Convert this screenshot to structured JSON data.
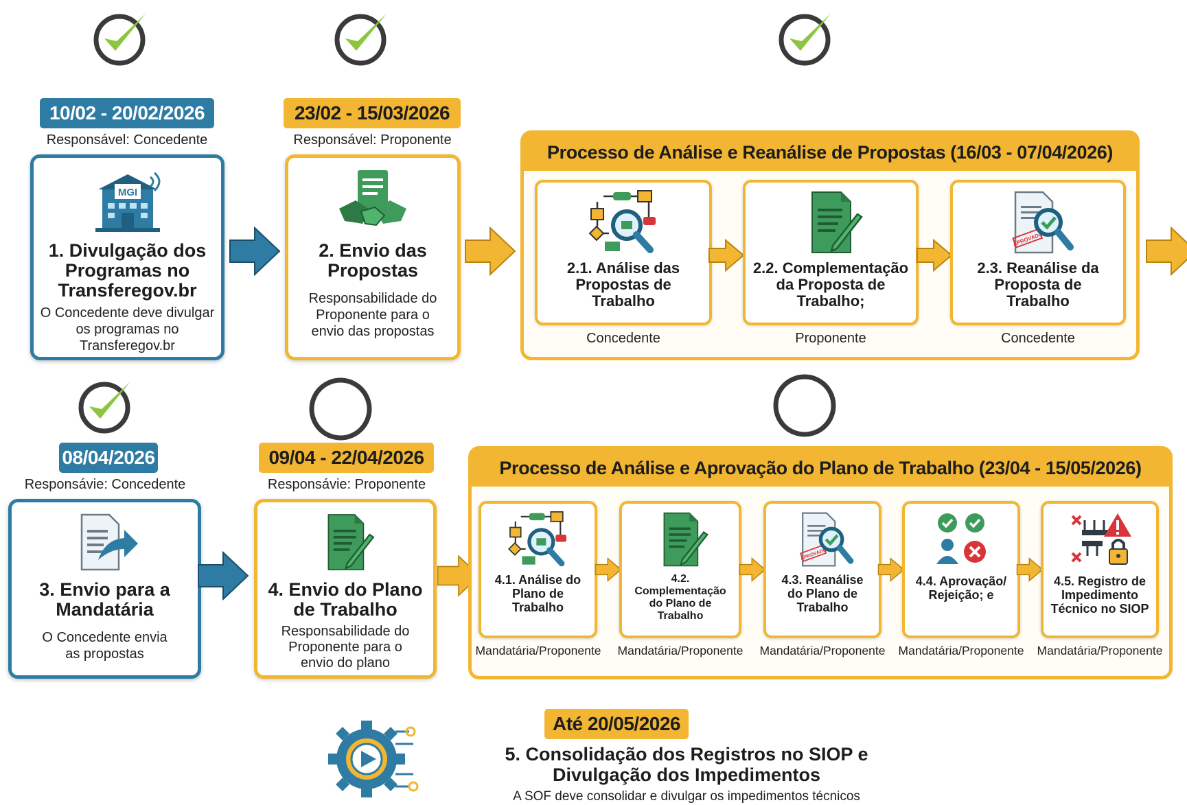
{
  "row1": {
    "step1": {
      "date": "10/02 - 20/02/2026",
      "responsible": "Responsável: Concedente",
      "title_line1": "1. Divulgação dos",
      "title_line2": "Programas no",
      "title_line3": "Transferegov.br",
      "desc_line1": "O Concedente deve divulgar",
      "desc_line2": "os programas no",
      "desc_line3": "Transferegov.br",
      "icon": "building-icon",
      "icon_text": "MGI",
      "status": "done"
    },
    "step2": {
      "date": "23/02 - 15/03/2026",
      "responsible": "Responsável: Proponente",
      "title_line1": "2. Envio das",
      "title_line2": "Propostas",
      "desc_line1": "Responsabilidade do",
      "desc_line2": "Proponente para o",
      "desc_line3": "envio das propostas",
      "icon": "handshake-document-icon",
      "status": "done"
    },
    "process": {
      "title": "Processo de Análise e Reanálise de Propostas (16/03 - 07/04/2026)",
      "status": "done",
      "steps": [
        {
          "line1": "2.1. Análise das",
          "line2": "Propostas de",
          "line3": "Trabalho",
          "role": "Concedente",
          "icon": "flowchart-magnifier-icon"
        },
        {
          "line1": "2.2. Complementação",
          "line2": "da Proposta de",
          "line3": "Trabalho;",
          "role": "Proponente",
          "icon": "document-pencil-icon"
        },
        {
          "line1": "2.3. Reanálise da",
          "line2": "Proposta de",
          "line3": "Trabalho",
          "role": "Concedente",
          "icon": "document-approved-magnifier-icon",
          "stamp": "APROVADO"
        }
      ]
    }
  },
  "row2": {
    "step3": {
      "date": "08/04/2026",
      "responsible": "Responsávie: Concedente",
      "title_line1": "3. Envio para a",
      "title_line2": "Mandatária",
      "desc_line1": "O Concedente envia",
      "desc_line2": "as propostas",
      "icon": "document-forward-icon",
      "status": "done"
    },
    "step4": {
      "date": "09/04 - 22/04/2026",
      "responsible": "Responsávie: Proponente",
      "title_line1": "4. Envio do Plano",
      "title_line2": "de Trabalho",
      "desc_line1": "Responsabilidade do",
      "desc_line2": "Proponente para o",
      "desc_line3": "envio do plano",
      "icon": "document-pencil-icon",
      "status": "pending"
    },
    "process": {
      "title": "Processo de Análise e Aprovação do Plano de Trabalho (23/04 - 15/05/2026)",
      "status": "pending",
      "steps": [
        {
          "line1": "4.1. Análise do",
          "line2": "Plano de",
          "line3": "Trabalho",
          "role": "Mandatária/Proponente",
          "icon": "flowchart-magnifier-icon"
        },
        {
          "line1": "4.2. Complementação",
          "line2": "do Plano de",
          "line3": "Trabalho",
          "role": "Mandatária/Proponente",
          "icon": "document-pencil-icon"
        },
        {
          "line1": "4.3. Reanálise",
          "line2": "do Plano de",
          "line3": "Trabalho",
          "role": "Mandatária/Proponente",
          "icon": "document-approved-magnifier-icon",
          "stamp": "APROVADO"
        },
        {
          "line1": "4.4. Aprovação/",
          "line2": "Rejeição; e",
          "line3": "",
          "role": "Mandatária/Proponente",
          "icon": "approval-rejection-icon"
        },
        {
          "line1": "4.5. Registro de",
          "line2": "Impedimento",
          "line3": "Técnico no SIOP",
          "role": "Mandatária/Proponente",
          "icon": "impediment-warning-icon"
        }
      ]
    }
  },
  "step5": {
    "date": "Até 20/05/2026",
    "title_line1": "5. Consolidação dos Registros no SIOP e",
    "title_line2": "Divulgação dos Impedimentos",
    "desc": "A SOF deve consolidar e divulgar os impedimentos técnicos",
    "icon": "gear-play-icon"
  },
  "colors": {
    "blue": "#2e7ca3",
    "gold": "#f2b632",
    "check_green": "#8cc63f",
    "circle_gray": "#3a3a3a"
  }
}
